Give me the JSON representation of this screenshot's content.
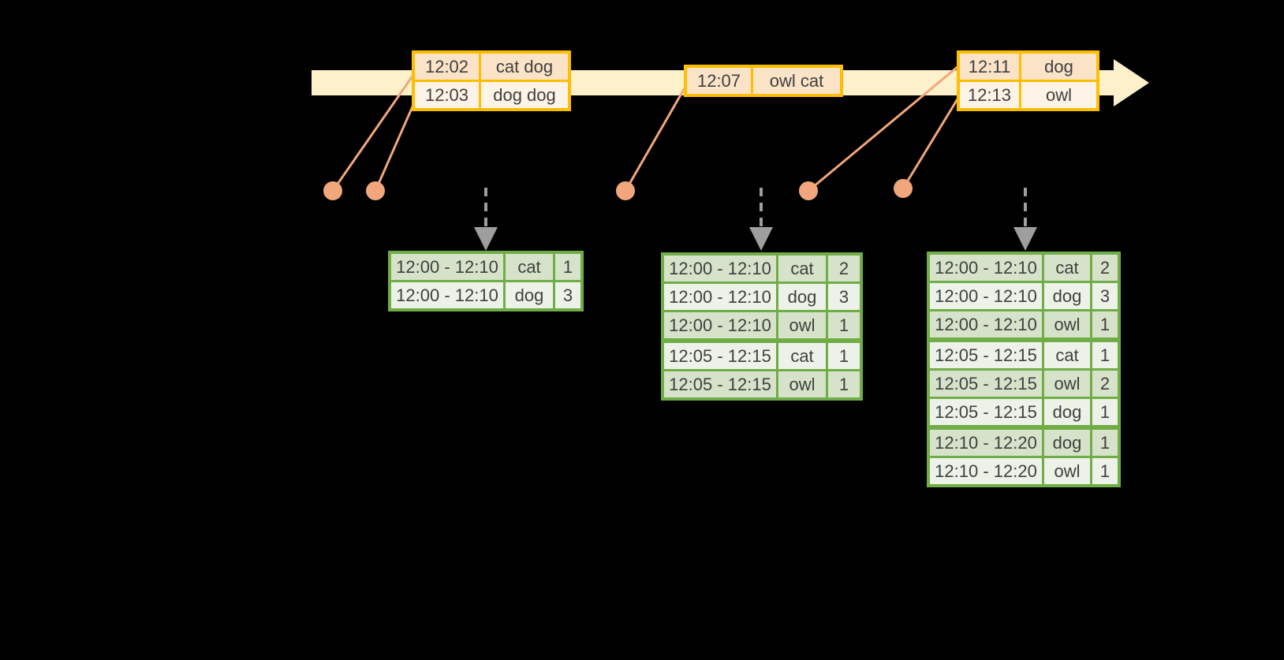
{
  "colors": {
    "bg": "#000000",
    "band": "#FCF1CB",
    "gold": "#FFBF00",
    "peach_dark": "#FAE3C7",
    "peach_light": "#FDF4E7",
    "green": "#70AD47",
    "green_dark": "#D6E3CA",
    "green_light": "#EDF2E9",
    "salmon": "#F1A77B",
    "gray": "#9E9E9E",
    "text": "#3F3F3F"
  },
  "event_tables": [
    {
      "name": "event-batch-1",
      "rows": [
        {
          "time": "12:02",
          "words": "cat dog"
        },
        {
          "time": "12:03",
          "words": "dog dog"
        }
      ]
    },
    {
      "name": "event-batch-2",
      "rows": [
        {
          "time": "12:07",
          "words": "owl cat"
        }
      ]
    },
    {
      "name": "event-batch-3",
      "rows": [
        {
          "time": "12:11",
          "words": "dog"
        },
        {
          "time": "12:13",
          "words": "owl"
        }
      ]
    }
  ],
  "result_tables": [
    {
      "name": "result-table-1",
      "rows": [
        {
          "window": "12:00 - 12:10",
          "word": "cat",
          "count": "1"
        },
        {
          "window": "12:00 - 12:10",
          "word": "dog",
          "count": "3"
        }
      ]
    },
    {
      "name": "result-table-2",
      "rows": [
        {
          "window": "12:00 - 12:10",
          "word": "cat",
          "count": "2"
        },
        {
          "window": "12:00 - 12:10",
          "word": "dog",
          "count": "3"
        },
        {
          "window": "12:00 - 12:10",
          "word": "owl",
          "count": "1"
        },
        {
          "window": "12:05 - 12:15",
          "word": "cat",
          "count": "1"
        },
        {
          "window": "12:05 - 12:15",
          "word": "owl",
          "count": "1"
        }
      ]
    },
    {
      "name": "result-table-3",
      "rows": [
        {
          "window": "12:00 - 12:10",
          "word": "cat",
          "count": "2"
        },
        {
          "window": "12:00 - 12:10",
          "word": "dog",
          "count": "3"
        },
        {
          "window": "12:00 - 12:10",
          "word": "owl",
          "count": "1"
        },
        {
          "window": "12:05 - 12:15",
          "word": "cat",
          "count": "1"
        },
        {
          "window": "12:05 - 12:15",
          "word": "owl",
          "count": "2"
        },
        {
          "window": "12:05 - 12:15",
          "word": "dog",
          "count": "1"
        },
        {
          "window": "12:10 - 12:20",
          "word": "dog",
          "count": "1"
        },
        {
          "window": "12:10 - 12:20",
          "word": "owl",
          "count": "1"
        }
      ]
    }
  ]
}
